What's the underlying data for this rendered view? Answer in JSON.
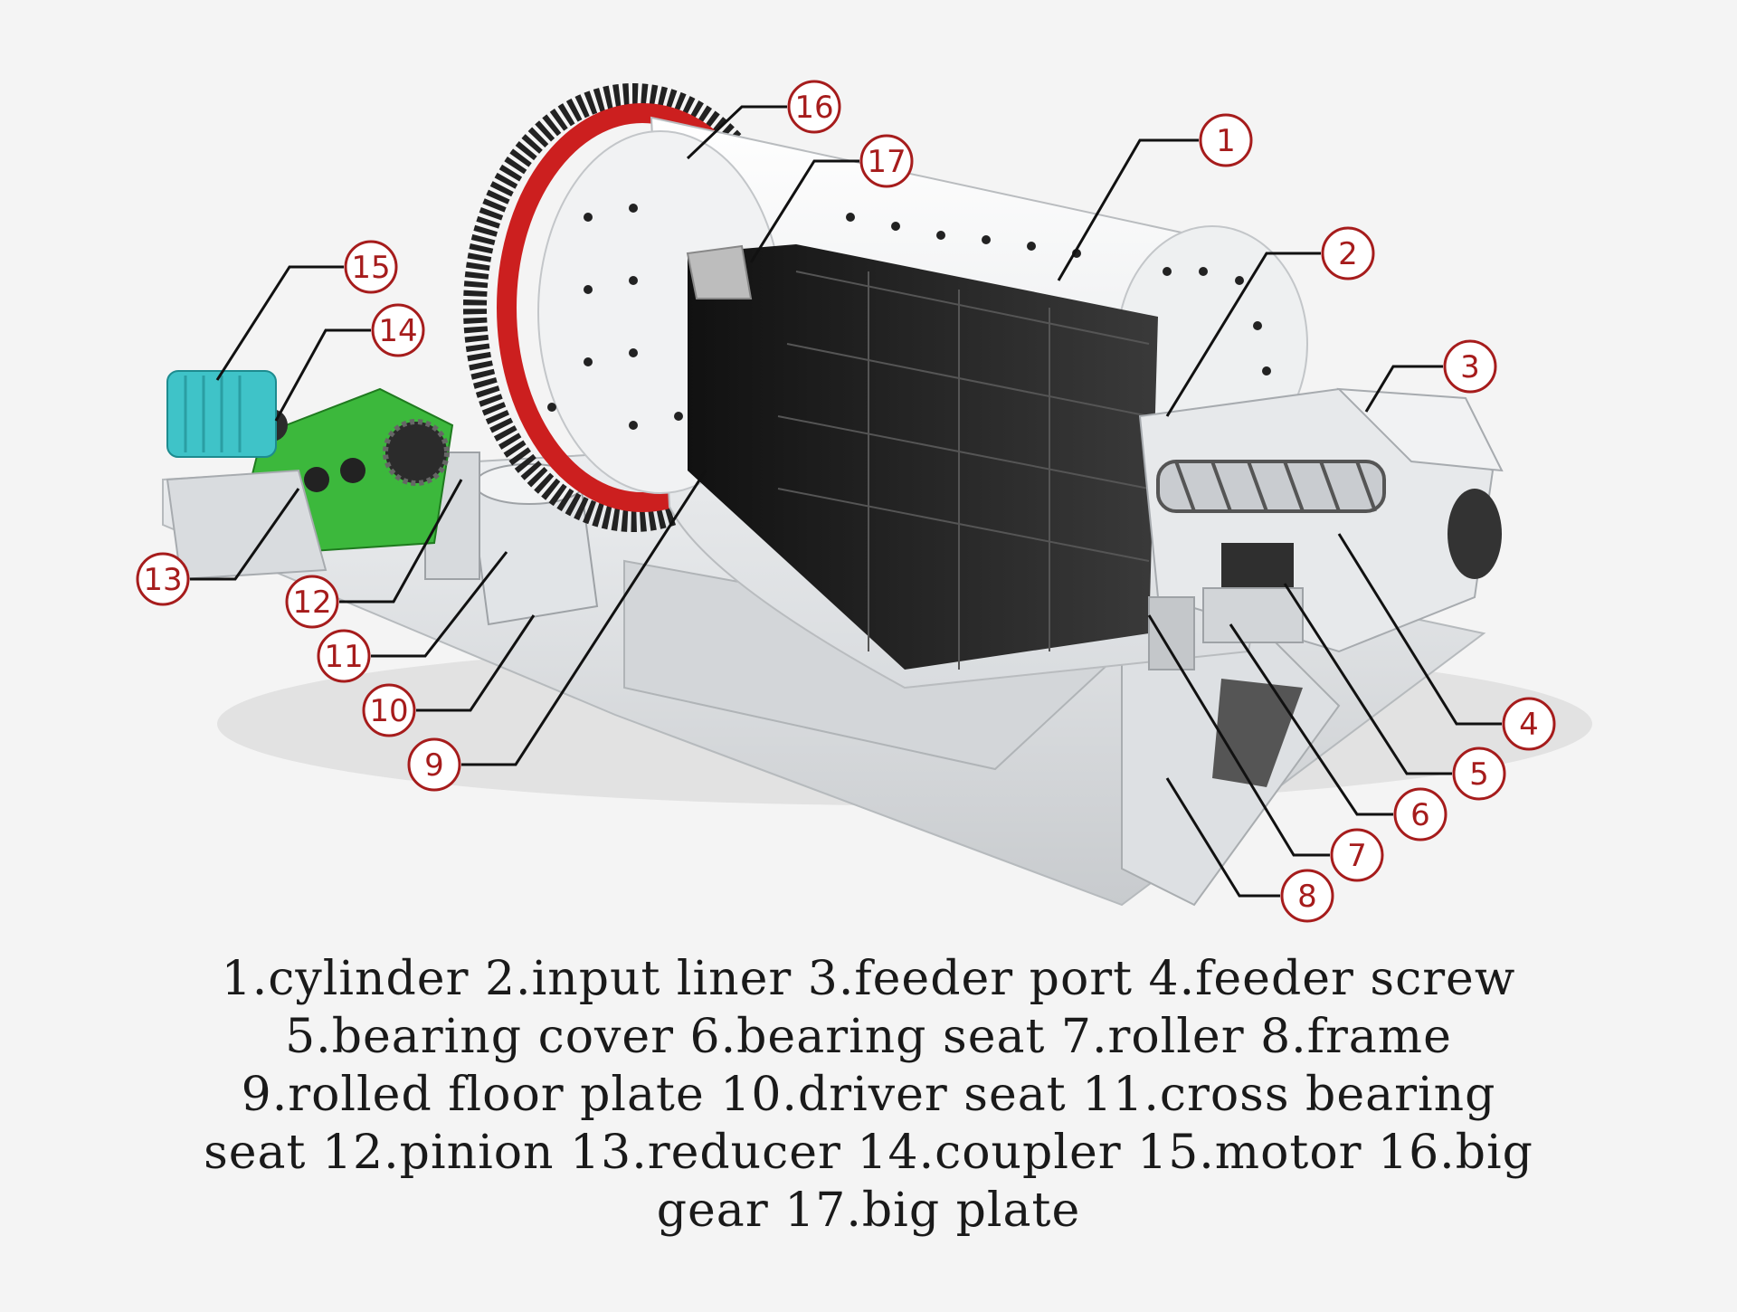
{
  "callouts": [
    "1",
    "2",
    "3",
    "4",
    "5",
    "6",
    "7",
    "8",
    "9",
    "10",
    "11",
    "12",
    "13",
    "14",
    "15",
    "16",
    "17"
  ],
  "legend_lines": [
    "1.cylinder 2.input liner 3.feeder port 4.feeder screw",
    "5.bearing cover 6.bearing seat 7.roller 8.frame",
    "9.rolled floor plate 10.driver seat 11.cross bearing",
    "seat 12.pinion 13.reducer 14.coupler 15.motor 16.big",
    "gear 17.big plate"
  ],
  "colors": {
    "callout_ring": "#a61c1c",
    "leader_line": "#111111",
    "motor": "#3fc3c8",
    "reducer": "#3cb83c",
    "gear_ring": "#cc1f1f",
    "liner": "#2a2a2a",
    "steel": "#e6e8ea"
  }
}
